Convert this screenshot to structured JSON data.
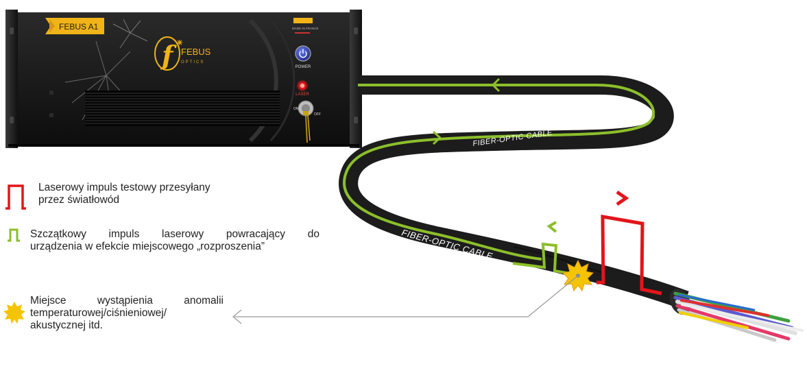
{
  "device": {
    "badge_label": "FEBUS A1",
    "logo_main": "FEBUS",
    "logo_sub": "OPTICS",
    "made_in_label": "MADE IN FRANCE",
    "power_label": "POWER",
    "laser_label": "LASER",
    "key_on_label": "ON",
    "key_off_label": "OFF"
  },
  "cable": {
    "label_upper": "FIBER-OPTIC CABLE",
    "label_lower": "FIBER-OPTIC CABLE"
  },
  "legend": {
    "test_pulse": {
      "line1": "Laserowy impuls testowy przesyłany",
      "line2": "przez światłowód",
      "color": "#e3151b"
    },
    "residual_pulse": {
      "line1": "Szczątkowy impuls laserowy powracający do",
      "line2": "urządzenia w efekcie miejscowego „rozproszenia”",
      "color": "#8cbf2b"
    },
    "anomaly": {
      "line1": "Miejsce wystąpienia anomalii",
      "line2": "temperaturowej/ciśnieniowej/",
      "line3": "akustycznej itd.",
      "color": "#f5c400"
    }
  },
  "colors": {
    "cable_body": "#1c1c1c",
    "fiber_core": "#8cbf2b",
    "device_body": "#161616",
    "accent_yellow": "#f0b418",
    "pointer_line": "#999999"
  },
  "icons": {
    "test_pulse": "square-pulse-icon",
    "residual_pulse": "small-square-pulse-icon",
    "anomaly": "starburst-icon"
  }
}
